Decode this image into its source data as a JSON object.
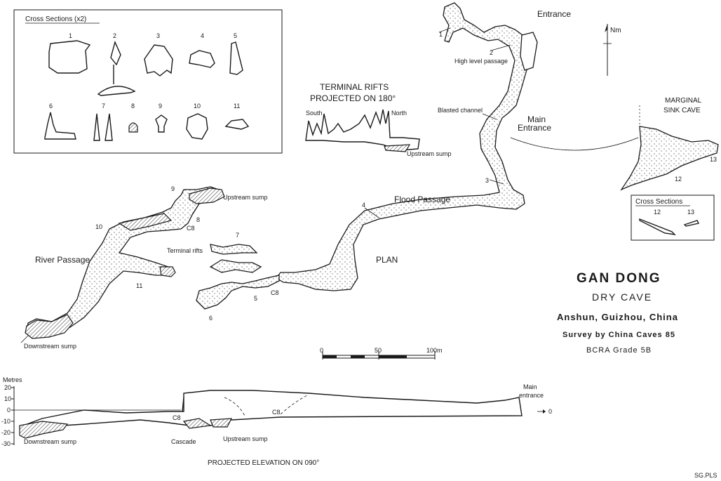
{
  "cross_sections_box": {
    "title": "Cross Sections (x2)",
    "numbers": [
      "1",
      "2",
      "3",
      "4",
      "5",
      "6",
      "7",
      "8",
      "9",
      "10",
      "11"
    ]
  },
  "terminal_rifts": {
    "title_line1": "TERMINAL RIFTS",
    "title_line2": "PROJECTED ON 180°",
    "south": "South",
    "north": "North",
    "upstream_sump": "Upstream sump"
  },
  "plan_labels": {
    "entrance": "Entrance",
    "high_level_passage": "High level passage",
    "blasted_channel": "Blasted channel",
    "main_entrance_1": "Main",
    "main_entrance_2": "Entrance",
    "flood_passage": "Flood Passage",
    "plan": "PLAN",
    "river_passage": "River Passage",
    "upstream_sump": "Upstream sump",
    "terminal_rifts": "Terminal rifts",
    "downstream_sump": "Downstream sump",
    "c8": "C8",
    "section_markers": [
      "1",
      "2",
      "3",
      "4",
      "5",
      "6",
      "7",
      "8",
      "9",
      "10",
      "11"
    ],
    "north_label": "Nm"
  },
  "marginal_sink": {
    "title_line1": "MARGINAL",
    "title_line2": "SINK CAVE",
    "marker_12": "12",
    "marker_13": "13",
    "cross_sections_title": "Cross Sections",
    "cs_12": "12",
    "cs_13": "13"
  },
  "title_block": {
    "title": "GAN DONG",
    "subtitle": "DRY CAVE",
    "location": "Anshun, Guizhou, China",
    "survey": "Survey by China Caves 85",
    "grade": "BCRA Grade 5B"
  },
  "scale_bar": {
    "labels": [
      "0",
      "50",
      "100m"
    ]
  },
  "elevation": {
    "units": "Metres",
    "ticks": [
      "20",
      "10",
      "0",
      "-10",
      "-20",
      "-30"
    ],
    "main_entrance_1": "Main",
    "main_entrance_2": "entrance",
    "zero_arrow": "0",
    "c8_a": "C8",
    "c8_b": "C8",
    "downstream_sump": "Downstream sump",
    "cascade": "Cascade",
    "upstream_sump": "Upstream sump",
    "caption": "PROJECTED ELEVATION ON 090°"
  },
  "credit": "SG.PLS"
}
